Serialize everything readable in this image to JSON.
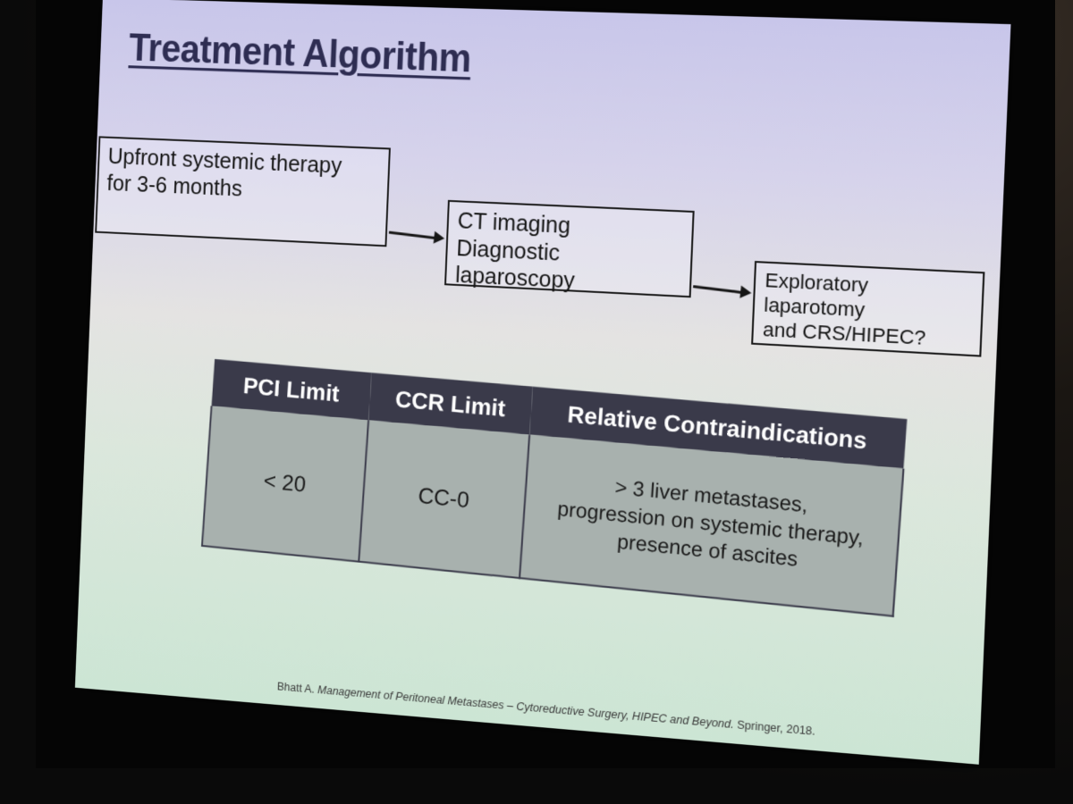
{
  "slide": {
    "title": "Treatment Algorithm",
    "flow": [
      {
        "lines": [
          "Upfront systemic therapy",
          "for 3-6 months"
        ]
      },
      {
        "lines": [
          "CT imaging",
          "Diagnostic laparoscopy"
        ]
      },
      {
        "lines": [
          "Exploratory laparotomy",
          "and CRS/HIPEC?"
        ]
      }
    ],
    "table": {
      "headers": [
        "PCI Limit",
        "CCR Limit",
        "Relative Contraindications"
      ],
      "row": {
        "pci": "< 20",
        "ccr": "CC-0",
        "contraindications": [
          "> 3 liver metastases,",
          "progression on systemic therapy,",
          "presence of ascites"
        ]
      }
    },
    "citation": {
      "author": "Bhatt A.",
      "work": "Management of Peritoneal Metastases – Cytoreductive Surgery, HIPEC and Beyond.",
      "publisher": "Springer, 2018."
    }
  },
  "colors": {
    "title": "#2e2d52",
    "table_header_bg": "#3a3a4a",
    "table_body_bg": "#a8b1ae",
    "slide_top": "#c8c6ea",
    "slide_bottom": "#cce5d4"
  }
}
